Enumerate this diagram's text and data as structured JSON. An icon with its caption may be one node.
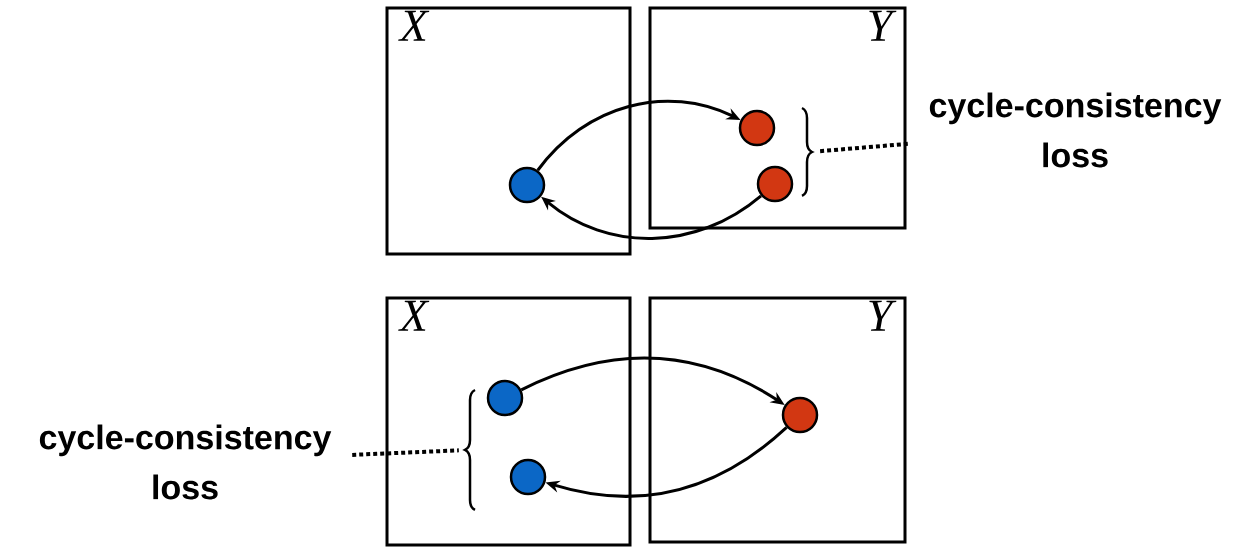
{
  "diagram": {
    "nodes": [
      {
        "text": [
          "X"
        ]
      },
      {
        "text": [
          "Y"
        ]
      },
      {
        "text": [],
        "shape": "circle",
        "in": 0
      },
      {
        "text": [],
        "shape": "circle",
        "in": 1
      },
      {
        "text": [],
        "shape": "circle",
        "in": 1
      },
      {
        "text": [],
        "shape": "brace",
        "in": 1
      },
      {
        "text": [
          "cycle-consistency loss"
        ]
      },
      {
        "text": [
          "X"
        ]
      },
      {
        "text": [
          "Y"
        ]
      },
      {
        "text": [],
        "shape": "circle",
        "in": 7
      },
      {
        "text": [],
        "shape": "brace",
        "in": 7
      },
      {
        "text": [],
        "shape": "circle",
        "in": 7
      },
      {
        "text": [],
        "shape": "circle",
        "in": 8
      },
      {
        "text": [
          "cycle-consistency loss"
        ]
      }
    ],
    "edges": [
      {
        "from": 2,
        "to": 3,
        "arrow": "to"
      },
      {
        "from": 4,
        "to": 2,
        "arrow": "to"
      },
      {
        "from": 6,
        "to": 5,
        "arrow": "none",
        "style": "dashed"
      },
      {
        "from": 9,
        "to": 12,
        "arrow": "to"
      },
      {
        "from": 12,
        "to": 11,
        "arrow": "to"
      },
      {
        "from": 13,
        "to": 10,
        "arrow": "none",
        "style": "dashed"
      }
    ]
  }
}
